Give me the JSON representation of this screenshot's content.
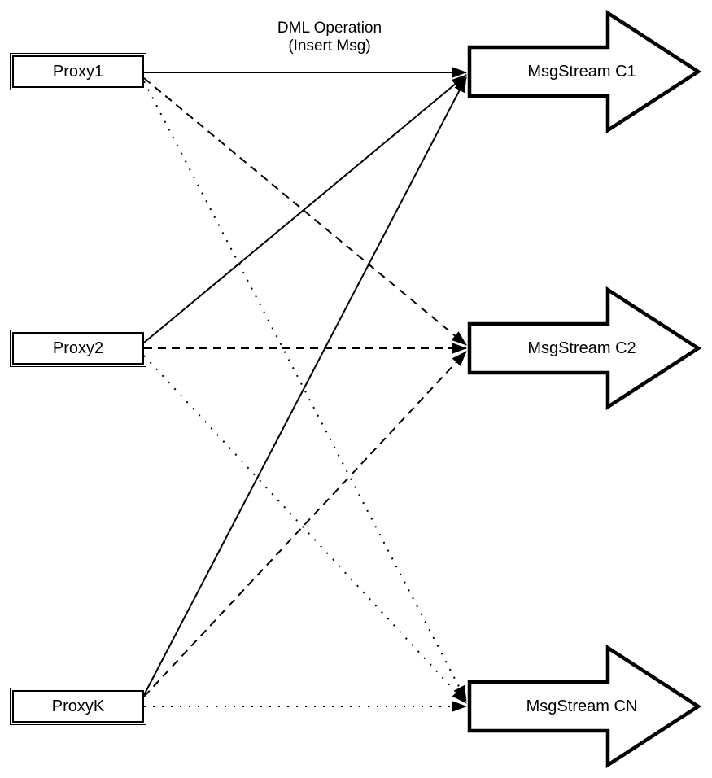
{
  "diagram": {
    "title": {
      "line1": "DML Operation",
      "line2": "(Insert Msg)"
    },
    "proxies": [
      {
        "id": "proxy1",
        "label": "Proxy1"
      },
      {
        "id": "proxy2",
        "label": "Proxy2"
      },
      {
        "id": "proxyk",
        "label": "ProxyK"
      }
    ],
    "streams": [
      {
        "id": "msgstream-c1",
        "label": "MsgStream C1"
      },
      {
        "id": "msgstream-c2",
        "label": "MsgStream C2"
      },
      {
        "id": "msgstream-cn",
        "label": "MsgStream CN"
      }
    ],
    "edges": [
      {
        "from": "Proxy1",
        "to": "MsgStream C1",
        "style": "solid"
      },
      {
        "from": "Proxy1",
        "to": "MsgStream C2",
        "style": "dashed"
      },
      {
        "from": "Proxy1",
        "to": "MsgStream CN",
        "style": "dotted"
      },
      {
        "from": "Proxy2",
        "to": "MsgStream C1",
        "style": "solid"
      },
      {
        "from": "Proxy2",
        "to": "MsgStream C2",
        "style": "dashed"
      },
      {
        "from": "Proxy2",
        "to": "MsgStream CN",
        "style": "dotted"
      },
      {
        "from": "ProxyK",
        "to": "MsgStream C1",
        "style": "solid"
      },
      {
        "from": "ProxyK",
        "to": "MsgStream C2",
        "style": "dashed"
      },
      {
        "from": "ProxyK",
        "to": "MsgStream CN",
        "style": "dotted"
      }
    ],
    "colors": {
      "stroke": "#000000",
      "fill": "#ffffff"
    }
  }
}
